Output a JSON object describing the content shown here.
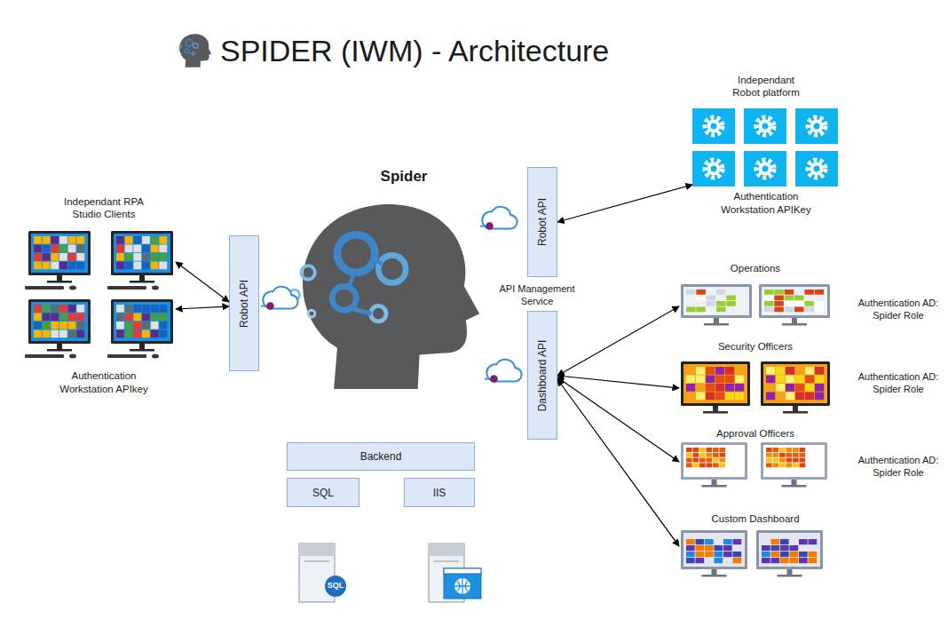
{
  "diagram": {
    "title": "SPIDER (IWM) - Architecture",
    "nodes": [
      {
        "text": [
          "Robot API"
        ]
      },
      {
        "text": [
          "Robot API"
        ]
      },
      {
        "text": [
          "Dashboard API"
        ]
      },
      {
        "text": [
          "Backend"
        ]
      },
      {
        "text": [
          "SQL"
        ]
      },
      {
        "text": [
          "IIS"
        ]
      },
      {
        "text": [
          "Independant RPA Studio Clients",
          "Authentication Workstation APIkey"
        ]
      },
      {
        "text": [
          "Independant Robot platform",
          "Authentication Workstation APIKey"
        ]
      },
      {
        "text": [
          "Operations"
        ]
      },
      {
        "text": [
          "Security Officers"
        ]
      },
      {
        "text": [
          "Approval Officers"
        ]
      },
      {
        "text": [
          "Custom Dashboard"
        ]
      }
    ],
    "edges": [
      {
        "from": 6,
        "to": 0,
        "arrow": "both"
      },
      {
        "from": 6,
        "to": 0,
        "arrow": "both"
      },
      {
        "from": 1,
        "to": 7,
        "arrow": "both"
      },
      {
        "from": 2,
        "to": 8,
        "arrow": "both"
      },
      {
        "from": 2,
        "to": 9,
        "arrow": "both"
      },
      {
        "from": 2,
        "to": 10,
        "arrow": "both"
      },
      {
        "from": 2,
        "to": 11,
        "arrow": "both"
      }
    ],
    "labels": [
      "Spider",
      "API Management Service",
      "Authentication AD: Spider Role",
      "Authentication AD: Spider Role",
      "Authentication AD: Spider Role",
      "SQL"
    ]
  }
}
